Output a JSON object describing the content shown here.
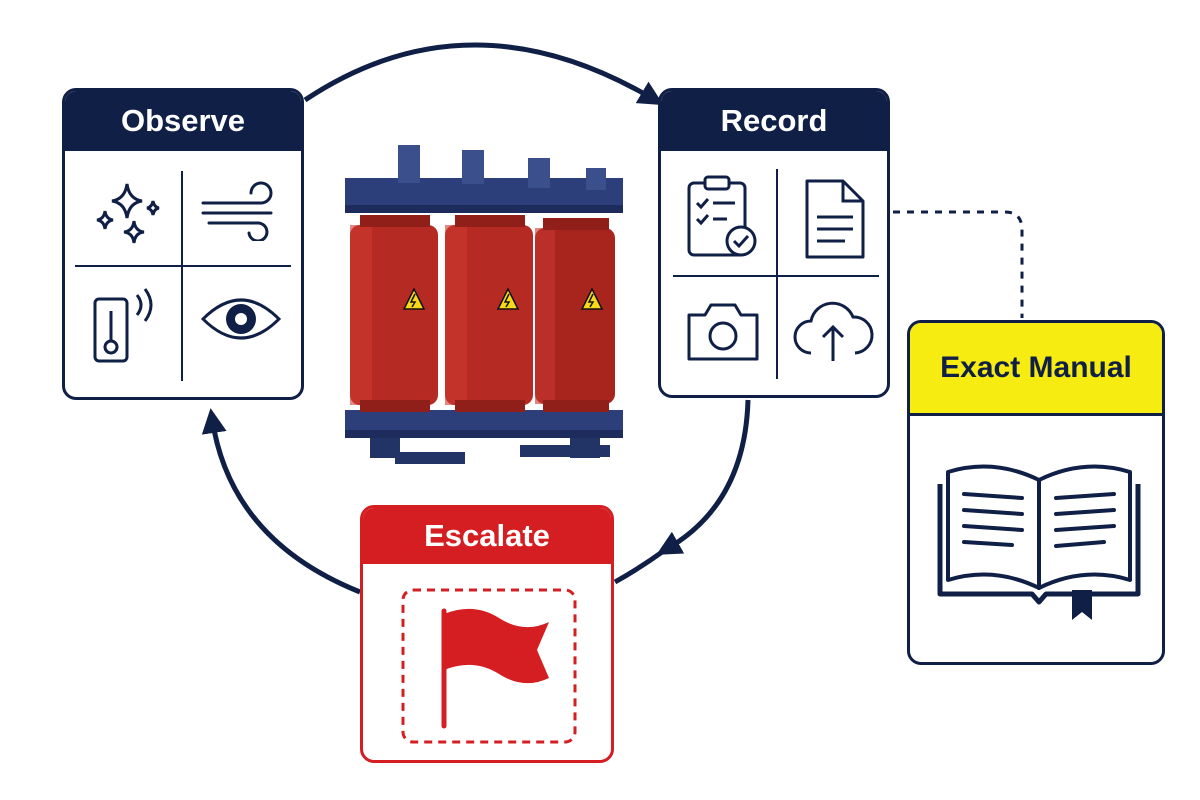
{
  "stages": {
    "observe": {
      "title": "Observe",
      "icons": [
        "sparkle-icon",
        "wind-icon",
        "thermometer-sensor-icon",
        "eye-icon"
      ]
    },
    "record": {
      "title": "Record",
      "icons": [
        "checklist-clipboard-icon",
        "document-icon",
        "camera-icon",
        "cloud-upload-icon"
      ]
    },
    "escalate": {
      "title": "Escalate",
      "icons": [
        "red-flag-icon"
      ]
    }
  },
  "reference": {
    "title": "Exact Manual",
    "icon": "open-book-icon"
  },
  "center_image": {
    "subject": "dry-type-transformer",
    "warning_icon": "high-voltage-warning-icon"
  },
  "colors": {
    "navy": "#0f1f45",
    "red": "#d41e22",
    "yellow": "#f7ec12",
    "transformer_red": "#b52a22",
    "frame_blue": "#2c3f7a"
  },
  "connectors": [
    {
      "from": "observe",
      "to": "record",
      "style": "solid-arrow"
    },
    {
      "from": "record",
      "to": "escalate",
      "style": "solid-arrow"
    },
    {
      "from": "escalate",
      "to": "observe",
      "style": "solid-arrow"
    },
    {
      "from": "record",
      "to": "reference",
      "style": "dashed"
    }
  ]
}
